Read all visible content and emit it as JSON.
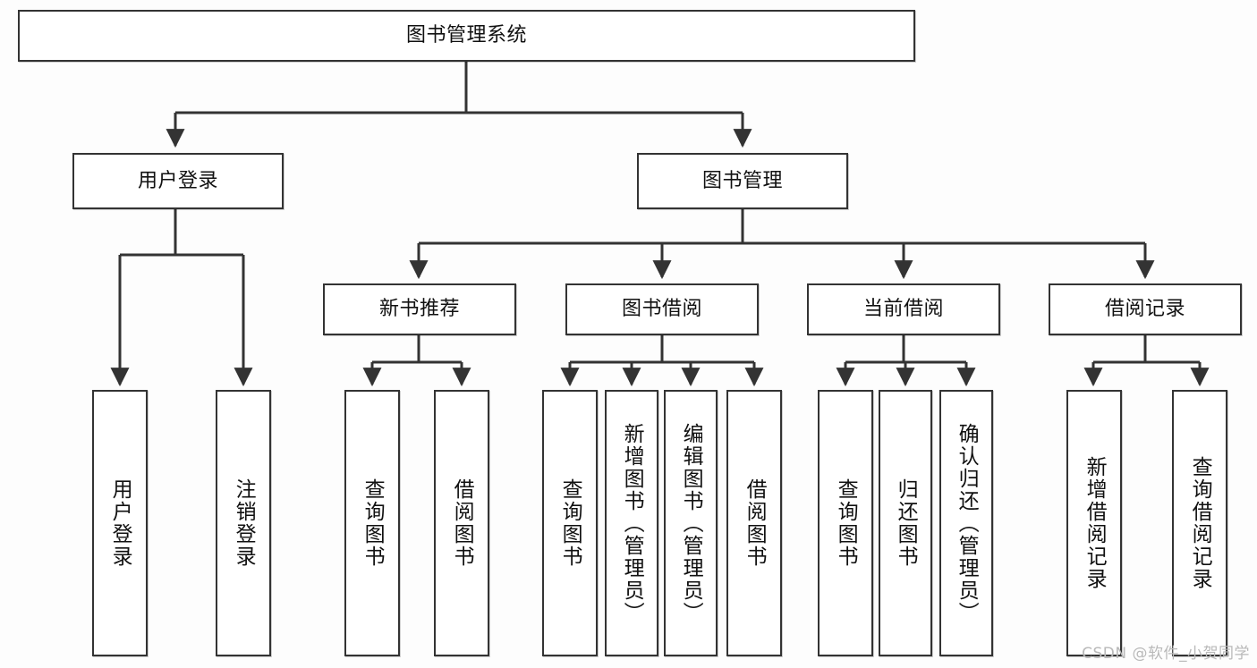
{
  "diagram": {
    "type": "tree",
    "title": "图书管理系统",
    "background_color": "#fdfdfd",
    "box_border_color": "#333333",
    "box_fill_color": "#ffffff",
    "text_color": "#111111",
    "watermark": "CSDN @软件_小贺同学",
    "watermark_color": "#b9b9b9"
  },
  "nodes": {
    "root": {
      "label": "图书管理系统",
      "orientation": "horizontal"
    },
    "level2": [
      {
        "id": "user-login",
        "label": "用户登录",
        "orientation": "horizontal"
      },
      {
        "id": "book-manage",
        "label": "图书管理",
        "orientation": "horizontal"
      }
    ],
    "level3": [
      {
        "id": "new-book-recommend",
        "label": "新书推荐",
        "orientation": "horizontal"
      },
      {
        "id": "book-borrow",
        "label": "图书借阅",
        "orientation": "horizontal"
      },
      {
        "id": "current-borrow",
        "label": "当前借阅",
        "orientation": "horizontal"
      },
      {
        "id": "borrow-record",
        "label": "借阅记录",
        "orientation": "horizontal"
      }
    ],
    "leaves": {
      "user_login": [
        {
          "id": "leaf-user-login",
          "label": "用户登录",
          "orientation": "vertical"
        },
        {
          "id": "leaf-logout-login",
          "label": "注销登录",
          "orientation": "vertical"
        }
      ],
      "new_book_recommend": [
        {
          "id": "leaf-query-book-1",
          "label": "查询图书",
          "orientation": "vertical"
        },
        {
          "id": "leaf-borrow-book-1",
          "label": "借阅图书",
          "orientation": "vertical"
        }
      ],
      "book_borrow": [
        {
          "id": "leaf-query-book-2",
          "label": "查询图书",
          "orientation": "vertical"
        },
        {
          "id": "leaf-add-book",
          "label": "新增图书（管理员）",
          "orientation": "vertical"
        },
        {
          "id": "leaf-edit-book",
          "label": "编辑图书（管理员）",
          "orientation": "vertical"
        },
        {
          "id": "leaf-borrow-book-2",
          "label": "借阅图书",
          "orientation": "vertical"
        }
      ],
      "current_borrow": [
        {
          "id": "leaf-query-book-3",
          "label": "查询图书",
          "orientation": "vertical"
        },
        {
          "id": "leaf-return-book",
          "label": "归还图书",
          "orientation": "vertical"
        },
        {
          "id": "leaf-confirm-return",
          "label": "确认归还（管理员）",
          "orientation": "vertical"
        }
      ],
      "borrow_record": [
        {
          "id": "leaf-add-borrow-record",
          "label": "新增借阅记录",
          "orientation": "vertical"
        },
        {
          "id": "leaf-query-borrow-record",
          "label": "查询借阅记录",
          "orientation": "vertical"
        }
      ]
    }
  }
}
